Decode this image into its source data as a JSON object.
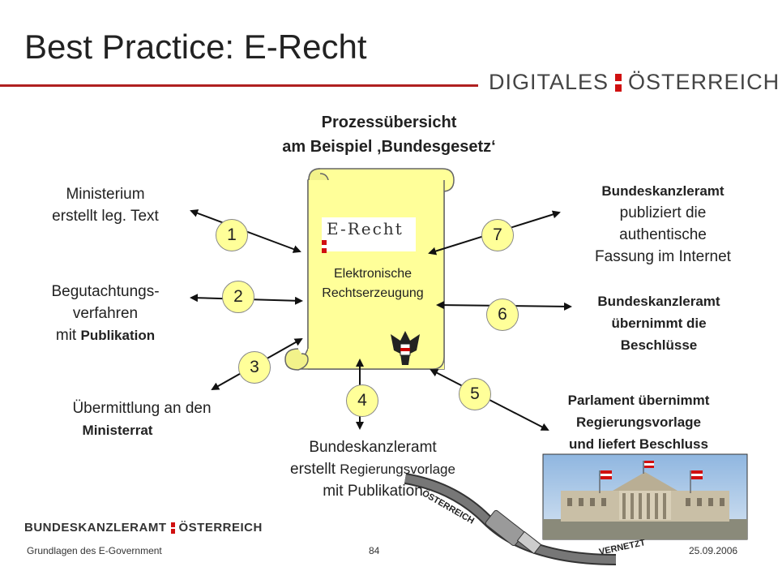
{
  "title": "Best Practice: E-Recht",
  "brand": {
    "left": "DIGITALES",
    "right": "ÖSTERREICH"
  },
  "heading": {
    "line1": "Prozessübersicht",
    "line2": "am Beispiel ‚Bundesgesetz‘"
  },
  "scroll": {
    "logo_text": "E-Recht",
    "label_line1": "Elektronische",
    "label_line2": "Rechtserzeugung"
  },
  "steps": [
    {
      "number": "1",
      "lines": [
        "Ministerium",
        "erstellt leg. Text"
      ]
    },
    {
      "number": "2",
      "lines": [
        "Begutachtungs-",
        "verfahren"
      ],
      "line3_prefix": "mit ",
      "line3_bold": "Publikation"
    },
    {
      "number": "3",
      "lines": [
        "Übermittlung an den"
      ],
      "line2_bold": "Ministerrat"
    },
    {
      "number": "4",
      "line1": "Bundeskanzleramt",
      "line2_prefix": "erstellt ",
      "line2_bold": "Regierungsvorlage",
      "line3": "mit Publikation"
    },
    {
      "number": "5",
      "lines": [
        "Parlament übernimmt",
        "Regierungsvorlage",
        "und liefert Beschluss"
      ]
    },
    {
      "number": "6",
      "lines": [
        "Bundeskanzleramt",
        "übernimmt die",
        "Beschlüsse"
      ]
    },
    {
      "number": "7",
      "bold_line": "Bundeskanzleramt",
      "lines": [
        "publiziert die",
        "authentische",
        "Fassung im Internet"
      ]
    }
  ],
  "footer": {
    "brand_left": "BUNDESKANZLERAMT",
    "brand_right": "ÖSTERREICH",
    "course": "Grundlagen des E-Government",
    "page": "84",
    "date": "25.09.2006",
    "cable_text1": "ÖSTERREICH",
    "cable_text2": "VERNETZT"
  },
  "colors": {
    "accent": "#d01010",
    "scroll_fill": "#ffff99",
    "circle_fill": "#ffff99"
  }
}
